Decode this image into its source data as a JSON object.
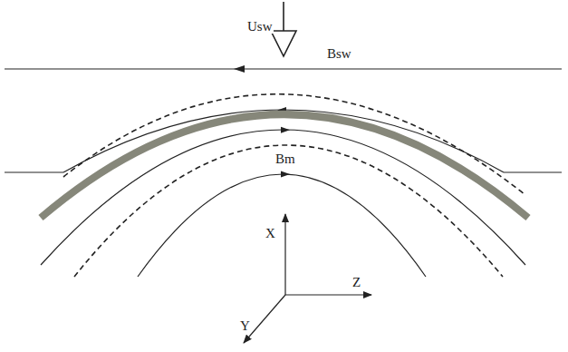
{
  "diagram": {
    "labels": [
      "Usw",
      "Bsw",
      "Bm",
      "X",
      "Z",
      "Y"
    ]
  }
}
